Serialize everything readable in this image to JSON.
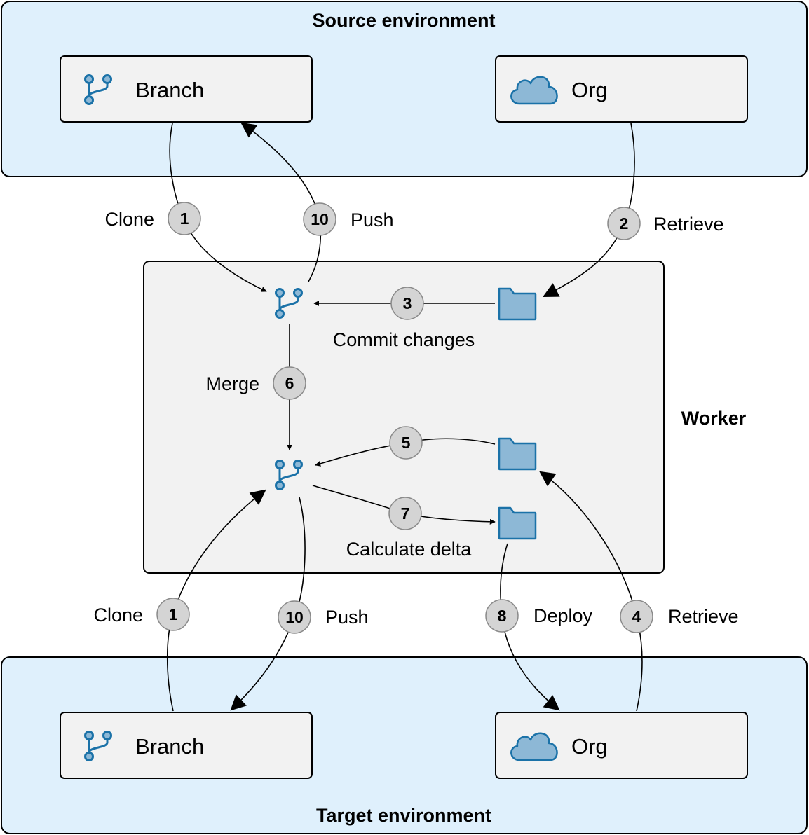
{
  "source_env": {
    "title": "Source environment",
    "branch_label": "Branch",
    "org_label": "Org"
  },
  "target_env": {
    "title": "Target environment",
    "branch_label": "Branch",
    "org_label": "Org"
  },
  "worker": {
    "title": "Worker"
  },
  "steps": {
    "s1_top": {
      "num": "1",
      "label": "Clone"
    },
    "s10_top": {
      "num": "10",
      "label": "Push"
    },
    "s2": {
      "num": "2",
      "label": "Retrieve"
    },
    "s3": {
      "num": "3",
      "label": "Commit changes"
    },
    "s6": {
      "num": "6",
      "label": "Merge"
    },
    "s5": {
      "num": "5"
    },
    "s7": {
      "num": "7",
      "label": "Calculate delta"
    },
    "s1_bottom": {
      "num": "1",
      "label": "Clone"
    },
    "s10_bottom": {
      "num": "10",
      "label": "Push"
    },
    "s8": {
      "num": "8",
      "label": "Deploy"
    },
    "s4": {
      "num": "4",
      "label": "Retrieve"
    }
  },
  "colors": {
    "env_fill": "#dff0fc",
    "box_fill": "#f2f2f2",
    "icon_blue": "#1b72a8",
    "icon_fill": "#8db8d6",
    "badge_fill": "#d4d4d4"
  },
  "icons": [
    "git-branch-icon",
    "cloud-icon",
    "folder-icon"
  ]
}
